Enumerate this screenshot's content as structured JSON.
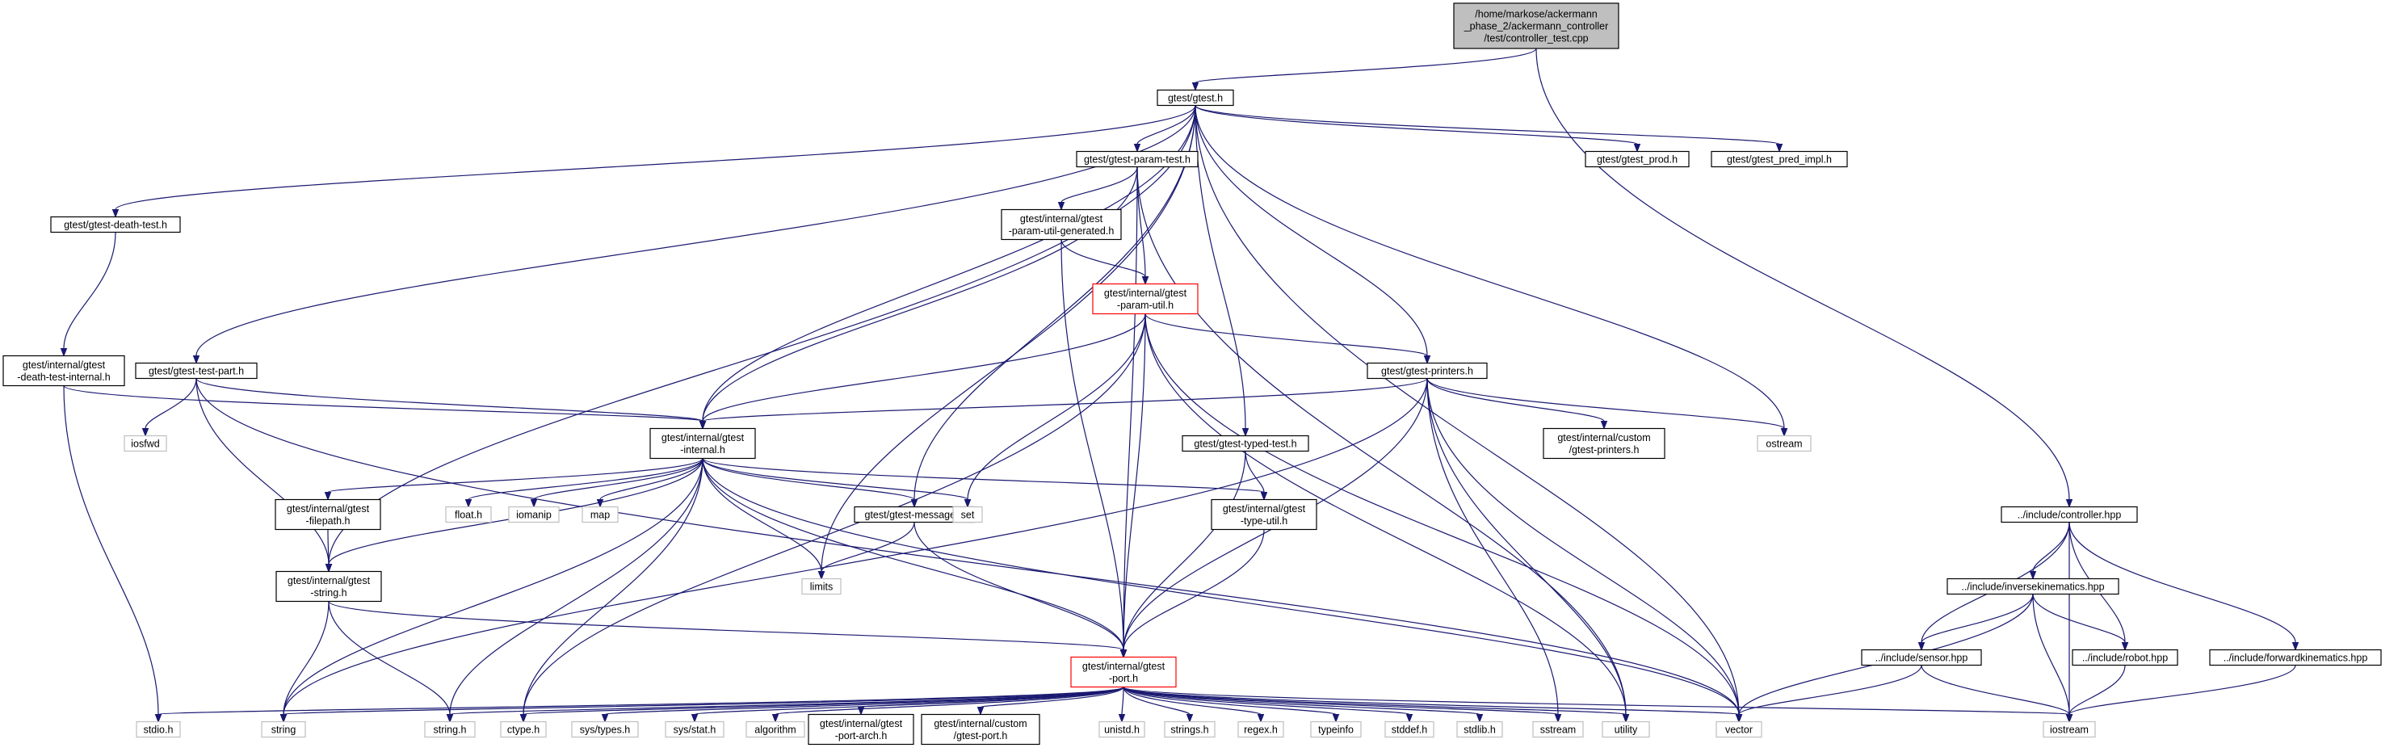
{
  "nodes": [
    {
      "id": "root",
      "lines": [
        "/home/markose/ackermann",
        "_phase_2/ackermann_controller",
        "/test/controller_test.cpp"
      ],
      "style": "root"
    },
    {
      "id": "gtest",
      "lines": [
        "gtest/gtest.h"
      ],
      "style": "normal"
    },
    {
      "id": "controller",
      "lines": [
        "../include/controller.hpp"
      ],
      "style": "normal"
    },
    {
      "id": "param_test",
      "lines": [
        "gtest/gtest-param-test.h"
      ],
      "style": "normal"
    },
    {
      "id": "gtest_prod",
      "lines": [
        "gtest/gtest_prod.h"
      ],
      "style": "normal"
    },
    {
      "id": "pred_impl",
      "lines": [
        "gtest/gtest_pred_impl.h"
      ],
      "style": "normal"
    },
    {
      "id": "death_test",
      "lines": [
        "gtest/gtest-death-test.h"
      ],
      "style": "normal"
    },
    {
      "id": "param_util_gen",
      "lines": [
        "gtest/internal/gtest",
        "-param-util-generated.h"
      ],
      "style": "normal"
    },
    {
      "id": "param_util",
      "lines": [
        "gtest/internal/gtest",
        "-param-util.h"
      ],
      "style": "red"
    },
    {
      "id": "death_internal",
      "lines": [
        "gtest/internal/gtest",
        "-death-test-internal.h"
      ],
      "style": "normal"
    },
    {
      "id": "test_part",
      "lines": [
        "gtest/gtest-test-part.h"
      ],
      "style": "normal"
    },
    {
      "id": "printers",
      "lines": [
        "gtest/gtest-printers.h"
      ],
      "style": "normal"
    },
    {
      "id": "iosfwd",
      "lines": [
        "iosfwd"
      ],
      "style": "gray"
    },
    {
      "id": "internal",
      "lines": [
        "gtest/internal/gtest",
        "-internal.h"
      ],
      "style": "normal"
    },
    {
      "id": "typed_test",
      "lines": [
        "gtest/gtest-typed-test.h"
      ],
      "style": "normal"
    },
    {
      "id": "ostream",
      "lines": [
        "ostream"
      ],
      "style": "gray"
    },
    {
      "id": "custom_printers",
      "lines": [
        "gtest/internal/custom",
        "/gtest-printers.h"
      ],
      "style": "normal"
    },
    {
      "id": "filepath",
      "lines": [
        "gtest/internal/gtest",
        "-filepath.h"
      ],
      "style": "normal"
    },
    {
      "id": "float",
      "lines": [
        "float.h"
      ],
      "style": "gray"
    },
    {
      "id": "iomanip",
      "lines": [
        "iomanip"
      ],
      "style": "gray"
    },
    {
      "id": "map",
      "lines": [
        "map"
      ],
      "style": "gray"
    },
    {
      "id": "message",
      "lines": [
        "gtest/gtest-message.h"
      ],
      "style": "normal"
    },
    {
      "id": "set",
      "lines": [
        "set"
      ],
      "style": "gray"
    },
    {
      "id": "type_util",
      "lines": [
        "gtest/internal/gtest",
        "-type-util.h"
      ],
      "style": "normal"
    },
    {
      "id": "gstring",
      "lines": [
        "gtest/internal/gtest",
        "-string.h"
      ],
      "style": "normal"
    },
    {
      "id": "limits",
      "lines": [
        "limits"
      ],
      "style": "gray"
    },
    {
      "id": "inverse",
      "lines": [
        "../include/inversekinematics.hpp"
      ],
      "style": "normal"
    },
    {
      "id": "sensor",
      "lines": [
        "../include/sensor.hpp"
      ],
      "style": "normal"
    },
    {
      "id": "robot",
      "lines": [
        "../include/robot.hpp"
      ],
      "style": "normal"
    },
    {
      "id": "forward",
      "lines": [
        "../include/forwardkinematics.hpp"
      ],
      "style": "normal"
    },
    {
      "id": "port",
      "lines": [
        "gtest/internal/gtest",
        "-port.h"
      ],
      "style": "red"
    },
    {
      "id": "stdio",
      "lines": [
        "stdio.h"
      ],
      "style": "gray"
    },
    {
      "id": "string",
      "lines": [
        "string"
      ],
      "style": "gray"
    },
    {
      "id": "string_h",
      "lines": [
        "string.h"
      ],
      "style": "gray"
    },
    {
      "id": "ctype",
      "lines": [
        "ctype.h"
      ],
      "style": "gray"
    },
    {
      "id": "sys_types",
      "lines": [
        "sys/types.h"
      ],
      "style": "gray"
    },
    {
      "id": "sys_stat",
      "lines": [
        "sys/stat.h"
      ],
      "style": "gray"
    },
    {
      "id": "algorithm",
      "lines": [
        "algorithm"
      ],
      "style": "gray"
    },
    {
      "id": "port_arch",
      "lines": [
        "gtest/internal/gtest",
        "-port-arch.h"
      ],
      "style": "normal"
    },
    {
      "id": "custom_port",
      "lines": [
        "gtest/internal/custom",
        "/gtest-port.h"
      ],
      "style": "normal"
    },
    {
      "id": "unistd",
      "lines": [
        "unistd.h"
      ],
      "style": "gray"
    },
    {
      "id": "strings",
      "lines": [
        "strings.h"
      ],
      "style": "gray"
    },
    {
      "id": "regex",
      "lines": [
        "regex.h"
      ],
      "style": "gray"
    },
    {
      "id": "typeinfo",
      "lines": [
        "typeinfo"
      ],
      "style": "gray"
    },
    {
      "id": "stddef",
      "lines": [
        "stddef.h"
      ],
      "style": "gray"
    },
    {
      "id": "stdlib",
      "lines": [
        "stdlib.h"
      ],
      "style": "gray"
    },
    {
      "id": "sstream",
      "lines": [
        "sstream"
      ],
      "style": "gray"
    },
    {
      "id": "utility",
      "lines": [
        "utility"
      ],
      "style": "gray"
    },
    {
      "id": "vector",
      "lines": [
        "vector"
      ],
      "style": "gray"
    },
    {
      "id": "iostream",
      "lines": [
        "iostream"
      ],
      "style": "gray"
    }
  ],
  "edges": [
    [
      "root",
      "gtest"
    ],
    [
      "root",
      "controller"
    ],
    [
      "gtest",
      "param_test"
    ],
    [
      "gtest",
      "gtest_prod"
    ],
    [
      "gtest",
      "pred_impl"
    ],
    [
      "gtest",
      "death_test"
    ],
    [
      "gtest",
      "test_part"
    ],
    [
      "gtest",
      "printers"
    ],
    [
      "gtest",
      "internal"
    ],
    [
      "gtest",
      "typed_test"
    ],
    [
      "gtest",
      "message"
    ],
    [
      "gtest",
      "gstring"
    ],
    [
      "gtest",
      "limits"
    ],
    [
      "gtest",
      "ostream"
    ],
    [
      "gtest",
      "vector"
    ],
    [
      "param_test",
      "param_util_gen"
    ],
    [
      "param_test",
      "param_util"
    ],
    [
      "param_test",
      "internal"
    ],
    [
      "param_test",
      "port"
    ],
    [
      "param_test",
      "utility"
    ],
    [
      "param_util_gen",
      "param_util"
    ],
    [
      "param_util_gen",
      "port"
    ],
    [
      "param_util",
      "internal"
    ],
    [
      "param_util",
      "printers"
    ],
    [
      "param_util",
      "port"
    ],
    [
      "param_util",
      "set"
    ],
    [
      "param_util",
      "ctype"
    ],
    [
      "param_util",
      "utility"
    ],
    [
      "param_util",
      "vector"
    ],
    [
      "death_test",
      "death_internal"
    ],
    [
      "death_internal",
      "internal"
    ],
    [
      "death_internal",
      "stdio"
    ],
    [
      "test_part",
      "iosfwd"
    ],
    [
      "test_part",
      "internal"
    ],
    [
      "test_part",
      "gstring"
    ],
    [
      "test_part",
      "vector"
    ],
    [
      "printers",
      "internal"
    ],
    [
      "printers",
      "port"
    ],
    [
      "printers",
      "custom_printers"
    ],
    [
      "printers",
      "ostream"
    ],
    [
      "printers",
      "sstream"
    ],
    [
      "printers",
      "string"
    ],
    [
      "printers",
      "utility"
    ],
    [
      "printers",
      "vector"
    ],
    [
      "internal",
      "filepath"
    ],
    [
      "internal",
      "gstring"
    ],
    [
      "internal",
      "float"
    ],
    [
      "internal",
      "iomanip"
    ],
    [
      "internal",
      "map"
    ],
    [
      "internal",
      "message"
    ],
    [
      "internal",
      "set"
    ],
    [
      "internal",
      "type_util"
    ],
    [
      "internal",
      "limits"
    ],
    [
      "internal",
      "port"
    ],
    [
      "internal",
      "string"
    ],
    [
      "internal",
      "string_h"
    ],
    [
      "internal",
      "ctype"
    ],
    [
      "internal",
      "vector"
    ],
    [
      "typed_test",
      "type_util"
    ],
    [
      "typed_test",
      "port"
    ],
    [
      "filepath",
      "gstring"
    ],
    [
      "message",
      "limits"
    ],
    [
      "message",
      "port"
    ],
    [
      "type_util",
      "port"
    ],
    [
      "gstring",
      "port"
    ],
    [
      "gstring",
      "string"
    ],
    [
      "gstring",
      "string_h"
    ],
    [
      "port",
      "stdio"
    ],
    [
      "port",
      "string"
    ],
    [
      "port",
      "string_h"
    ],
    [
      "port",
      "ctype"
    ],
    [
      "port",
      "sys_types"
    ],
    [
      "port",
      "sys_stat"
    ],
    [
      "port",
      "algorithm"
    ],
    [
      "port",
      "port_arch"
    ],
    [
      "port",
      "custom_port"
    ],
    [
      "port",
      "unistd"
    ],
    [
      "port",
      "strings"
    ],
    [
      "port",
      "regex"
    ],
    [
      "port",
      "typeinfo"
    ],
    [
      "port",
      "stddef"
    ],
    [
      "port",
      "stdlib"
    ],
    [
      "port",
      "sstream"
    ],
    [
      "port",
      "utility"
    ],
    [
      "port",
      "vector"
    ],
    [
      "port",
      "iostream"
    ],
    [
      "controller",
      "inverse"
    ],
    [
      "controller",
      "sensor"
    ],
    [
      "controller",
      "robot"
    ],
    [
      "controller",
      "forward"
    ],
    [
      "controller",
      "iostream"
    ],
    [
      "inverse",
      "sensor"
    ],
    [
      "inverse",
      "robot"
    ],
    [
      "inverse",
      "vector"
    ],
    [
      "inverse",
      "iostream"
    ],
    [
      "sensor",
      "vector"
    ],
    [
      "sensor",
      "iostream"
    ],
    [
      "robot",
      "iostream"
    ],
    [
      "forward",
      "iostream"
    ]
  ]
}
